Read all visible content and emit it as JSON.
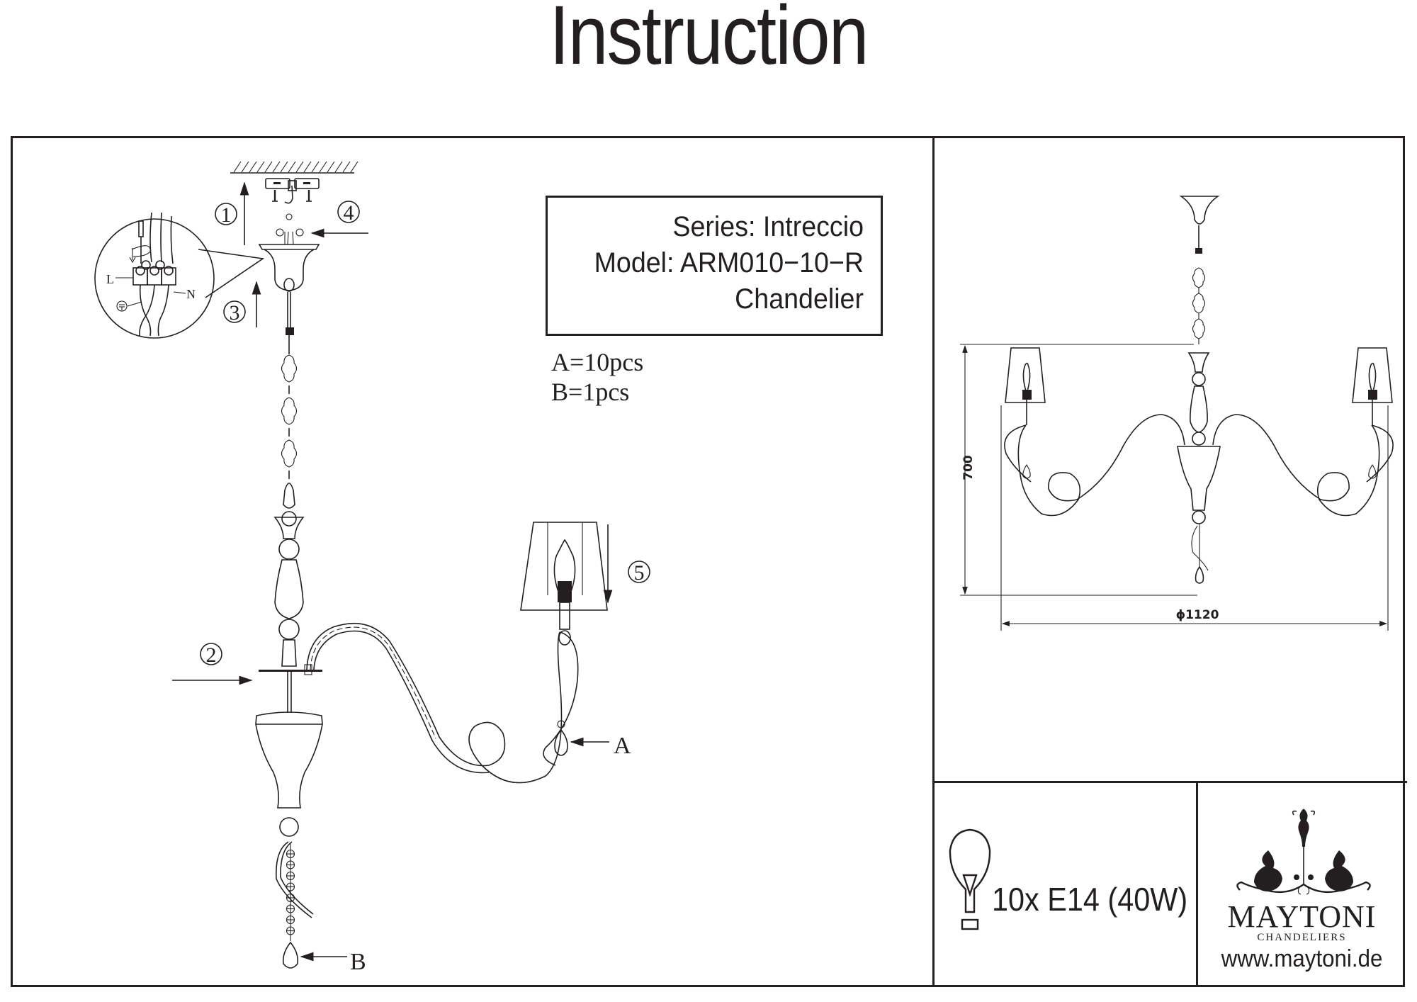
{
  "document": {
    "title": "Instruction"
  },
  "product_info": {
    "series": "Series: Intreccio",
    "model": "Model: ARM010−10−R",
    "type": "Chandelier"
  },
  "parts": [
    {
      "label": "A=10pcs"
    },
    {
      "label": "B=1pcs"
    }
  ],
  "assembly_diagram": {
    "steps": [
      "1",
      "2",
      "3",
      "4",
      "5"
    ],
    "part_labels": {
      "a": "A",
      "b": "B"
    },
    "wiring_labels": {
      "live": "L",
      "neutral": "N",
      "ground_symbol": "ground-icon"
    }
  },
  "dimensions": {
    "height": "700",
    "diameter": "ϕ1120"
  },
  "bulb_spec": {
    "icon": "light-bulb-icon",
    "text": "10x E14 (40W)"
  },
  "brand": {
    "logo_icon": "maytoni-ornament-logo",
    "name": "MAYTONI",
    "subtitle": "CHANDELIERS",
    "website": "www.maytoni.de"
  },
  "colors": {
    "ink": "#231f20",
    "paper": "#ffffff"
  }
}
